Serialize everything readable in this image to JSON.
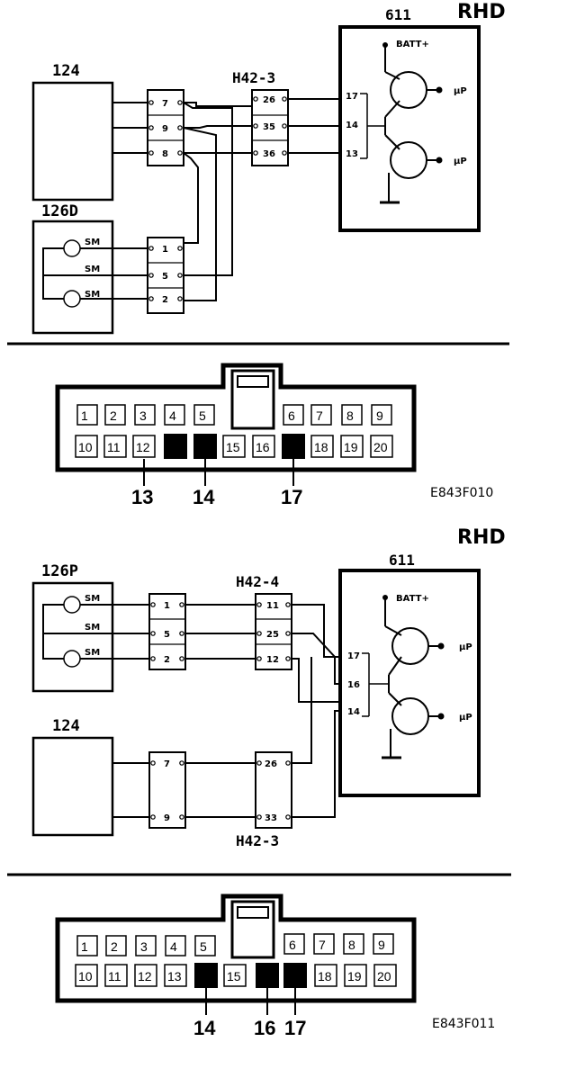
{
  "diagram1": {
    "rhd": "RHD",
    "module_124": "124",
    "module_126d": "126D",
    "module_611": "611",
    "connector_h42": "H42-3",
    "batt": "BATT+",
    "mp_top": "µP",
    "mp_bot": "µP",
    "pins_611": [
      "17",
      "14",
      "13"
    ],
    "pins_124": [
      "7",
      "9",
      "8"
    ],
    "pins_h42": [
      "26",
      "35",
      "36"
    ],
    "pins_126d": [
      "1",
      "5",
      "2"
    ],
    "motor_labels": [
      "SM",
      "SM",
      "SM"
    ]
  },
  "connector1": {
    "top_row": [
      "1",
      "2",
      "3",
      "4",
      "5",
      "6",
      "7",
      "8",
      "9"
    ],
    "bottom_row": [
      "10",
      "11",
      "12",
      "15",
      "16",
      "18",
      "19",
      "20"
    ],
    "callouts": [
      "13",
      "14",
      "17"
    ],
    "figure_id": "E843F010"
  },
  "diagram2": {
    "rhd": "RHD",
    "module_126p": "126P",
    "module_124": "124",
    "module_611": "611",
    "connector_h42_4": "H42-4",
    "connector_h42_3": "H42-3",
    "batt": "BATT+",
    "mp_top": "µP",
    "mp_bot": "µP",
    "pins_611": [
      "17",
      "16",
      "14"
    ],
    "pins_126p": [
      "1",
      "5",
      "2"
    ],
    "pins_h42_4": [
      "11",
      "25",
      "12"
    ],
    "pins_124": [
      "7",
      "9"
    ],
    "pins_h42_3": [
      "26",
      "33"
    ],
    "motor_labels": [
      "SM",
      "SM",
      "SM"
    ]
  },
  "connector2": {
    "top_row": [
      "1",
      "2",
      "3",
      "4",
      "5",
      "6",
      "7",
      "8",
      "9"
    ],
    "bottom_row": [
      "10",
      "11",
      "12",
      "13",
      "15",
      "18",
      "19",
      "20"
    ],
    "callouts": [
      "14",
      "16",
      "17"
    ],
    "figure_id": "E843F011"
  }
}
